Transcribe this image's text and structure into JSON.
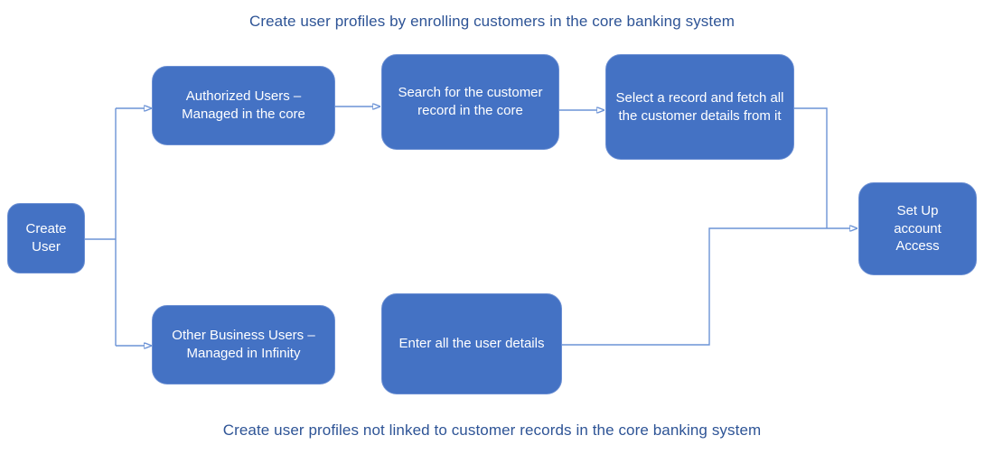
{
  "titles": {
    "top": "Create user profiles by enrolling customers in the core banking system",
    "bottom": "Create user profiles not linked to customer records in the core banking system"
  },
  "nodes": [
    {
      "id": "create-user",
      "label": "Create User"
    },
    {
      "id": "authorized-users",
      "label": "Authorized Users – Managed in the core"
    },
    {
      "id": "search-customer",
      "label": "Search for the customer record in the core"
    },
    {
      "id": "select-record",
      "label": "Select a record and fetch all the customer details from it"
    },
    {
      "id": "setup-access",
      "label": "Set Up account Access"
    },
    {
      "id": "other-users",
      "label": "Other Business Users – Managed in Infinity"
    },
    {
      "id": "enter-details",
      "label": "Enter all the user details"
    }
  ],
  "colors": {
    "box_fill": "#4472C4",
    "box_border": "#6B8FD3",
    "box_text": "#FFFFFF",
    "connector": "#6C93D6",
    "arrowhead": "#4472C4",
    "title_text": "#2E5496"
  }
}
